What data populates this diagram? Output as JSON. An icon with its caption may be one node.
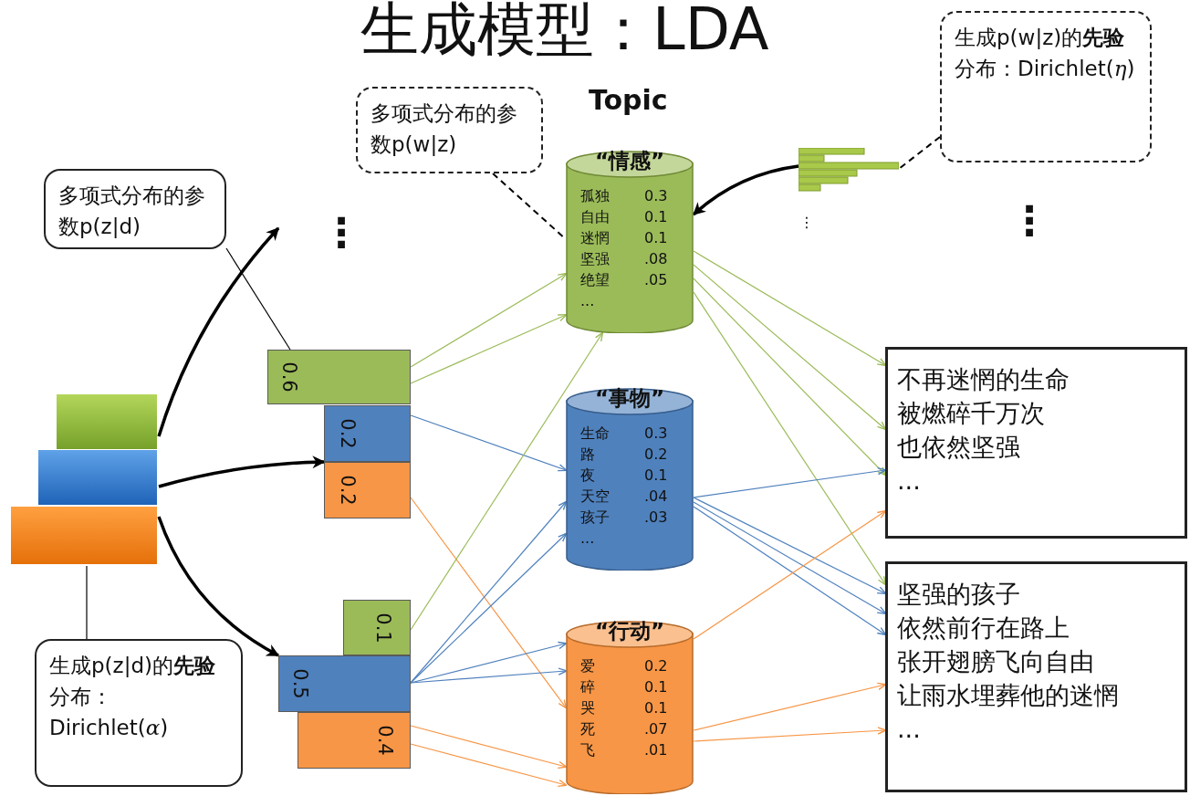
{
  "diagram": {
    "title": "生成模型：LDA",
    "nodes": [
      {
        "text": [
          "多项式分布的参数p(z|d)"
        ]
      },
      {
        "text": [],
        "shape": "bar"
      },
      {
        "text": [
          "生成p(z|d)的**先验**分布：Dirichlet(*α*)"
        ]
      },
      {
        "text": [
          "0.6"
        ]
      },
      {
        "text": [
          "0.2"
        ]
      },
      {
        "text": [
          "0.2"
        ]
      },
      {
        "text": [
          "0.1"
        ]
      },
      {
        "text": [
          "0.5"
        ]
      },
      {
        "text": [
          "0.4"
        ]
      },
      {
        "text": [
          "多项式分布的参数p(w|z)"
        ]
      },
      {
        "text": [
          "“情感”",
          "孤独",
          "0.3",
          "自由",
          "0.1",
          "迷惘",
          "0.1",
          "坚强",
          ".08",
          "绝望",
          ".05",
          "..."
        ]
      },
      {
        "text": [
          "“事物”",
          "生命",
          "0.3",
          "路",
          "0.2",
          "夜",
          "0.1",
          "天空",
          ".04",
          "孩子",
          ".03",
          "..."
        ]
      },
      {
        "text": [
          "“行动”",
          "爱",
          "0.2",
          "碎",
          "0.1",
          "哭",
          "0.1",
          "死",
          ".07",
          "飞",
          ".01"
        ]
      },
      {
        "text": [],
        "shape": "bar"
      },
      {
        "text": [
          "生成p(w|z)的**先验**分布：Dirichlet(*η*)"
        ]
      },
      {
        "text": [
          "不再迷惘的生命",
          "被燃碎千万次",
          "也依然坚强",
          "..."
        ]
      },
      {
        "text": [
          "坚强的孩子",
          "依然前行在路上",
          "张开翅膀飞向自由",
          "让雨水埋葬他的迷惘",
          "..."
        ]
      }
    ],
    "edges": [
      {
        "from": 1,
        "to": null,
        "arrow": "to",
        "style": "thick",
        "color": "#000000"
      },
      {
        "from": 1,
        "to": 4,
        "arrow": "to",
        "style": "thick",
        "color": "#000000"
      },
      {
        "from": 1,
        "to": 7,
        "arrow": "to",
        "style": "thick",
        "color": "#000000"
      },
      {
        "from": 0,
        "to": 3,
        "arrow": "none",
        "color": "#000000"
      },
      {
        "from": 2,
        "to": 1,
        "arrow": "none",
        "color": "#000000"
      },
      {
        "from": 9,
        "to": 10,
        "arrow": "none",
        "style": "dashed",
        "color": "#000000"
      },
      {
        "from": 14,
        "to": 13,
        "arrow": "none",
        "style": "dashed",
        "color": "#000000"
      },
      {
        "from": 13,
        "to": 10,
        "arrow": "to",
        "style": "thick",
        "color": "#000000"
      },
      {
        "from": 3,
        "to": 10,
        "arrow": "to",
        "color": "#9bbb59"
      },
      {
        "from": 3,
        "to": 10,
        "arrow": "to",
        "color": "#9bbb59"
      },
      {
        "from": 4,
        "to": 11,
        "arrow": "to",
        "color": "#4f81bd"
      },
      {
        "from": 5,
        "to": 12,
        "arrow": "to",
        "color": "#f79646"
      },
      {
        "from": 6,
        "to": 10,
        "arrow": "to",
        "color": "#9bbb59"
      },
      {
        "from": 7,
        "to": 11,
        "arrow": "to",
        "color": "#4f81bd"
      },
      {
        "from": 7,
        "to": 11,
        "arrow": "to",
        "color": "#4f81bd"
      },
      {
        "from": 7,
        "to": 12,
        "arrow": "to",
        "color": "#4f81bd"
      },
      {
        "from": 7,
        "to": 12,
        "arrow": "to",
        "color": "#4f81bd"
      },
      {
        "from": 8,
        "to": 12,
        "arrow": "to",
        "color": "#f79646"
      },
      {
        "from": 8,
        "to": 12,
        "arrow": "to",
        "color": "#f79646"
      },
      {
        "from": 10,
        "to": 15,
        "arrow": "to",
        "color": "#9bbb59"
      },
      {
        "from": 10,
        "to": 15,
        "arrow": "to",
        "color": "#9bbb59"
      },
      {
        "from": 10,
        "to": 15,
        "arrow": "to",
        "color": "#9bbb59"
      },
      {
        "from": 10,
        "to": 16,
        "arrow": "to",
        "color": "#9bbb59"
      },
      {
        "from": 11,
        "to": 15,
        "arrow": "to",
        "color": "#4f81bd"
      },
      {
        "from": 11,
        "to": 16,
        "arrow": "to",
        "color": "#4f81bd"
      },
      {
        "from": 11,
        "to": 16,
        "arrow": "to",
        "color": "#4f81bd"
      },
      {
        "from": 11,
        "to": 16,
        "arrow": "to",
        "color": "#4f81bd"
      },
      {
        "from": 12,
        "to": 15,
        "arrow": "to",
        "color": "#f79646"
      },
      {
        "from": 12,
        "to": 16,
        "arrow": "to",
        "color": "#f79646"
      },
      {
        "from": 12,
        "to": 16,
        "arrow": "to",
        "color": "#f79646"
      }
    ],
    "labels": [
      "Topic",
      "⋮",
      "⋮",
      "⋮"
    ]
  }
}
